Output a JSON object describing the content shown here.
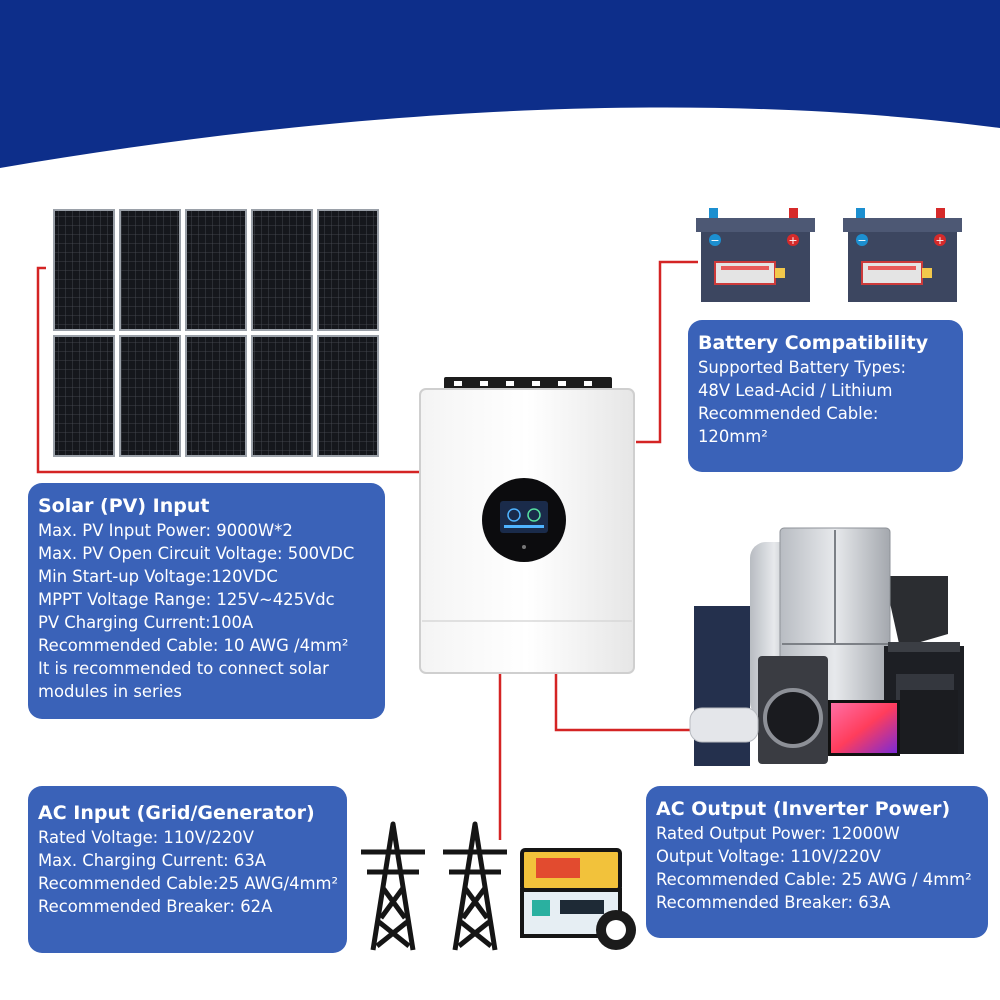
{
  "colors": {
    "header_navy": "#0d2e8a",
    "panel_blue": "#3a62b8",
    "wire_red": "#d42424",
    "battery_body": "#3c4660"
  },
  "solar_panel": {
    "title": "Solar (PV) Input",
    "lines": [
      "Max. PV Input Power: 9000W*2",
      "Max. PV Open Circuit Voltage: 500VDC",
      "Min Start-up Voltage:120VDC",
      "MPPT Voltage Range: 125V~425Vdc",
      "PV Charging Current:100A",
      "Recommended Cable: 10 AWG /4mm²",
      "It is recommended to connect solar modules in series"
    ]
  },
  "battery_panel": {
    "title": "Battery Compatibility",
    "lines": [
      "Supported Battery Types:",
      "48V Lead-Acid / Lithium",
      "Recommended Cable:",
      "120mm²"
    ]
  },
  "ac_input_panel": {
    "title": "AC Input (Grid/Generator)",
    "lines": [
      "Rated Voltage: 110V/220V",
      "Max. Charging Current: 63A",
      "Recommended Cable:25 AWG/4mm²",
      "Recommended Breaker: 62A"
    ]
  },
  "ac_output_panel": {
    "title": "AC Output (Inverter Power)",
    "lines": [
      "Rated Output Power: 12000W",
      "Output Voltage: 110V/220V",
      "Recommended Cable: 25 AWG / 4mm²",
      "Recommended Breaker: 63A"
    ]
  },
  "icons": {
    "solar_array": "solar-panel-array-icon",
    "inverter": "hybrid-inverter-icon",
    "battery": "battery-icon",
    "appliances": "home-appliances-icon",
    "grid": "transmission-tower-icon",
    "generator": "generator-icon"
  }
}
